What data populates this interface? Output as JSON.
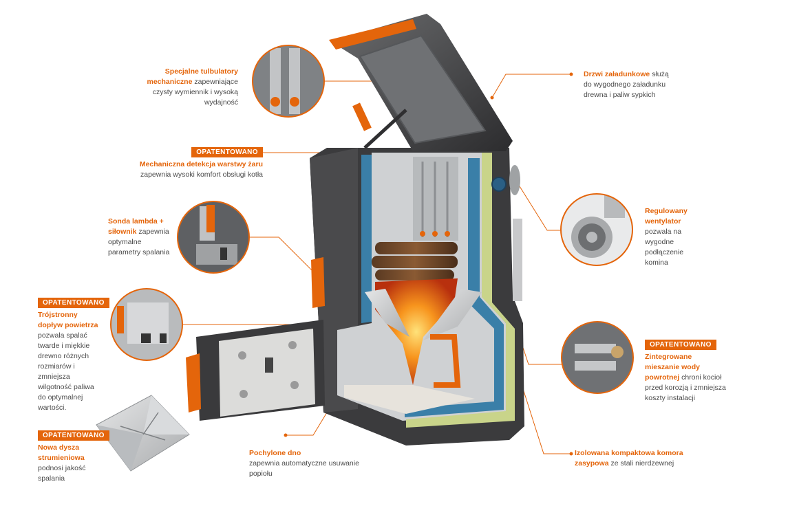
{
  "colors": {
    "accent": "#e4650b",
    "body_dark": "#3b3b3d",
    "insulation_blue": "#3a7fa8",
    "insulation_green": "#c9d48a",
    "fire": "#f28c1a",
    "steel": "#c7c9cb"
  },
  "callouts": {
    "tubulators": {
      "title": "Specjalne tulbulatory mechaniczne",
      "text": "zapewniające czysty wymiennik i wysoką wydajność"
    },
    "detection": {
      "badge": "OPATENTOWANO",
      "title": "Mechaniczna detekcja warstwy żaru",
      "text": "zapewnia wysoki komfort obsługi kotła"
    },
    "lambda": {
      "title": "Sonda lambda + siłownik",
      "text": "zapewnia optymalne parametry spalania"
    },
    "airflow": {
      "badge": "OPATENTOWANO",
      "title": "Trójstronny dopływ powietrza",
      "text": "pozwala spalać twarde i miękkie drewno różnych rozmiarów i zmniejsza wilgotność paliwa do optymalnej wartości."
    },
    "nozzle": {
      "badge": "OPATENTOWANO",
      "title": "Nowa dysza strumieniowa",
      "text": "podnosi jakość spalania"
    },
    "floor": {
      "title": "Pochylone dno",
      "text": "zapewnia automatyczne usuwanie popiołu"
    },
    "door": {
      "title": "Drzwi załadunkowe",
      "text": "służą do wygodnego załadunku drewna i paliw sypkich"
    },
    "fan": {
      "title": "Regulowany wentylator",
      "text": "pozwala na wygodne podłączenie komina"
    },
    "mixing": {
      "badge": "OPATENTOWANO",
      "title": "Zintegrowane mieszanie wody powrotnej",
      "text": "chroni kocioł przed korozją i zmniejsza koszty instalacji"
    },
    "chamber": {
      "title": "Izolowana kompaktowa komora zasypowa",
      "text": "ze stali nierdzewnej"
    }
  }
}
